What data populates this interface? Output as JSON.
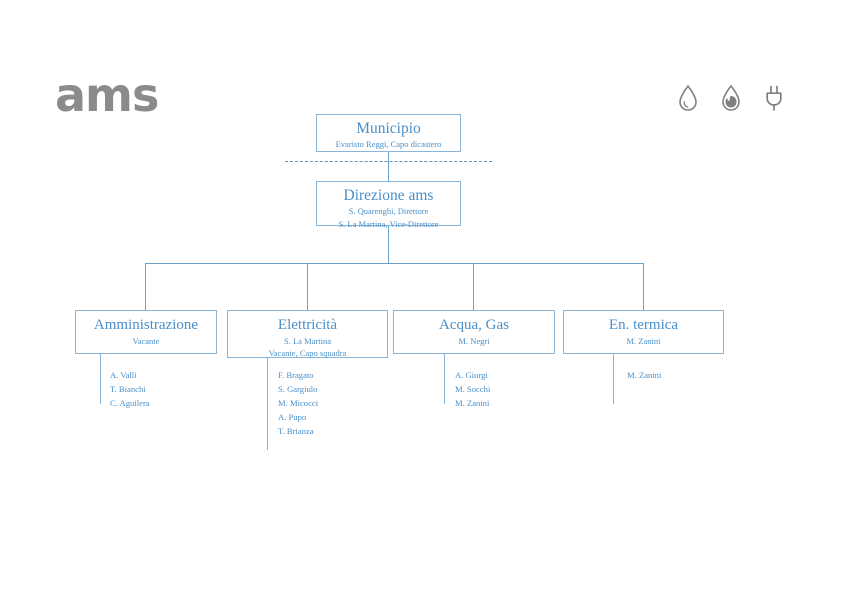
{
  "brand": {
    "wordmark": "ams"
  },
  "icons": [
    {
      "name": "water-drop-icon",
      "label": "Acqua"
    },
    {
      "name": "flame-icon",
      "label": "Gas"
    },
    {
      "name": "power-plug-icon",
      "label": "Elettricita"
    }
  ],
  "colors": {
    "accent": "#4a8fc9",
    "border": "#8ab4d8",
    "connector": "#6a9fc7",
    "wordmark": "#8b8b8b"
  },
  "chart": {
    "municipio": {
      "title": "Municipio",
      "lines": [
        "Evaristo Reggi, Capo dicastero"
      ]
    },
    "direzione": {
      "title": "Direzione ams",
      "lines": [
        "S. Quarenghi, Direttore",
        "S. La Martina, Vice-Direttore"
      ]
    },
    "departments": [
      {
        "title": "Amministrazione",
        "lines": [
          "Vacante"
        ],
        "staff": [
          "A. Valli",
          "T. Bianchi",
          "C. Aguilera"
        ]
      },
      {
        "title": "Elettricità",
        "lines": [
          "S. La Martina",
          "Vacante, Capo squadra"
        ],
        "staff": [
          "F. Bragato",
          "S. Gargiulo",
          "M. Micocci",
          "A. Pupo",
          "T. Brianza"
        ]
      },
      {
        "title": "Acqua, Gas",
        "lines": [
          "M. Negri"
        ],
        "staff": [
          "A. Giorgi",
          "M. Socchi",
          "M. Zanini"
        ]
      },
      {
        "title": "En. termica",
        "lines": [
          "M. Zanini"
        ],
        "staff": [
          "M. Zanini"
        ]
      }
    ]
  }
}
